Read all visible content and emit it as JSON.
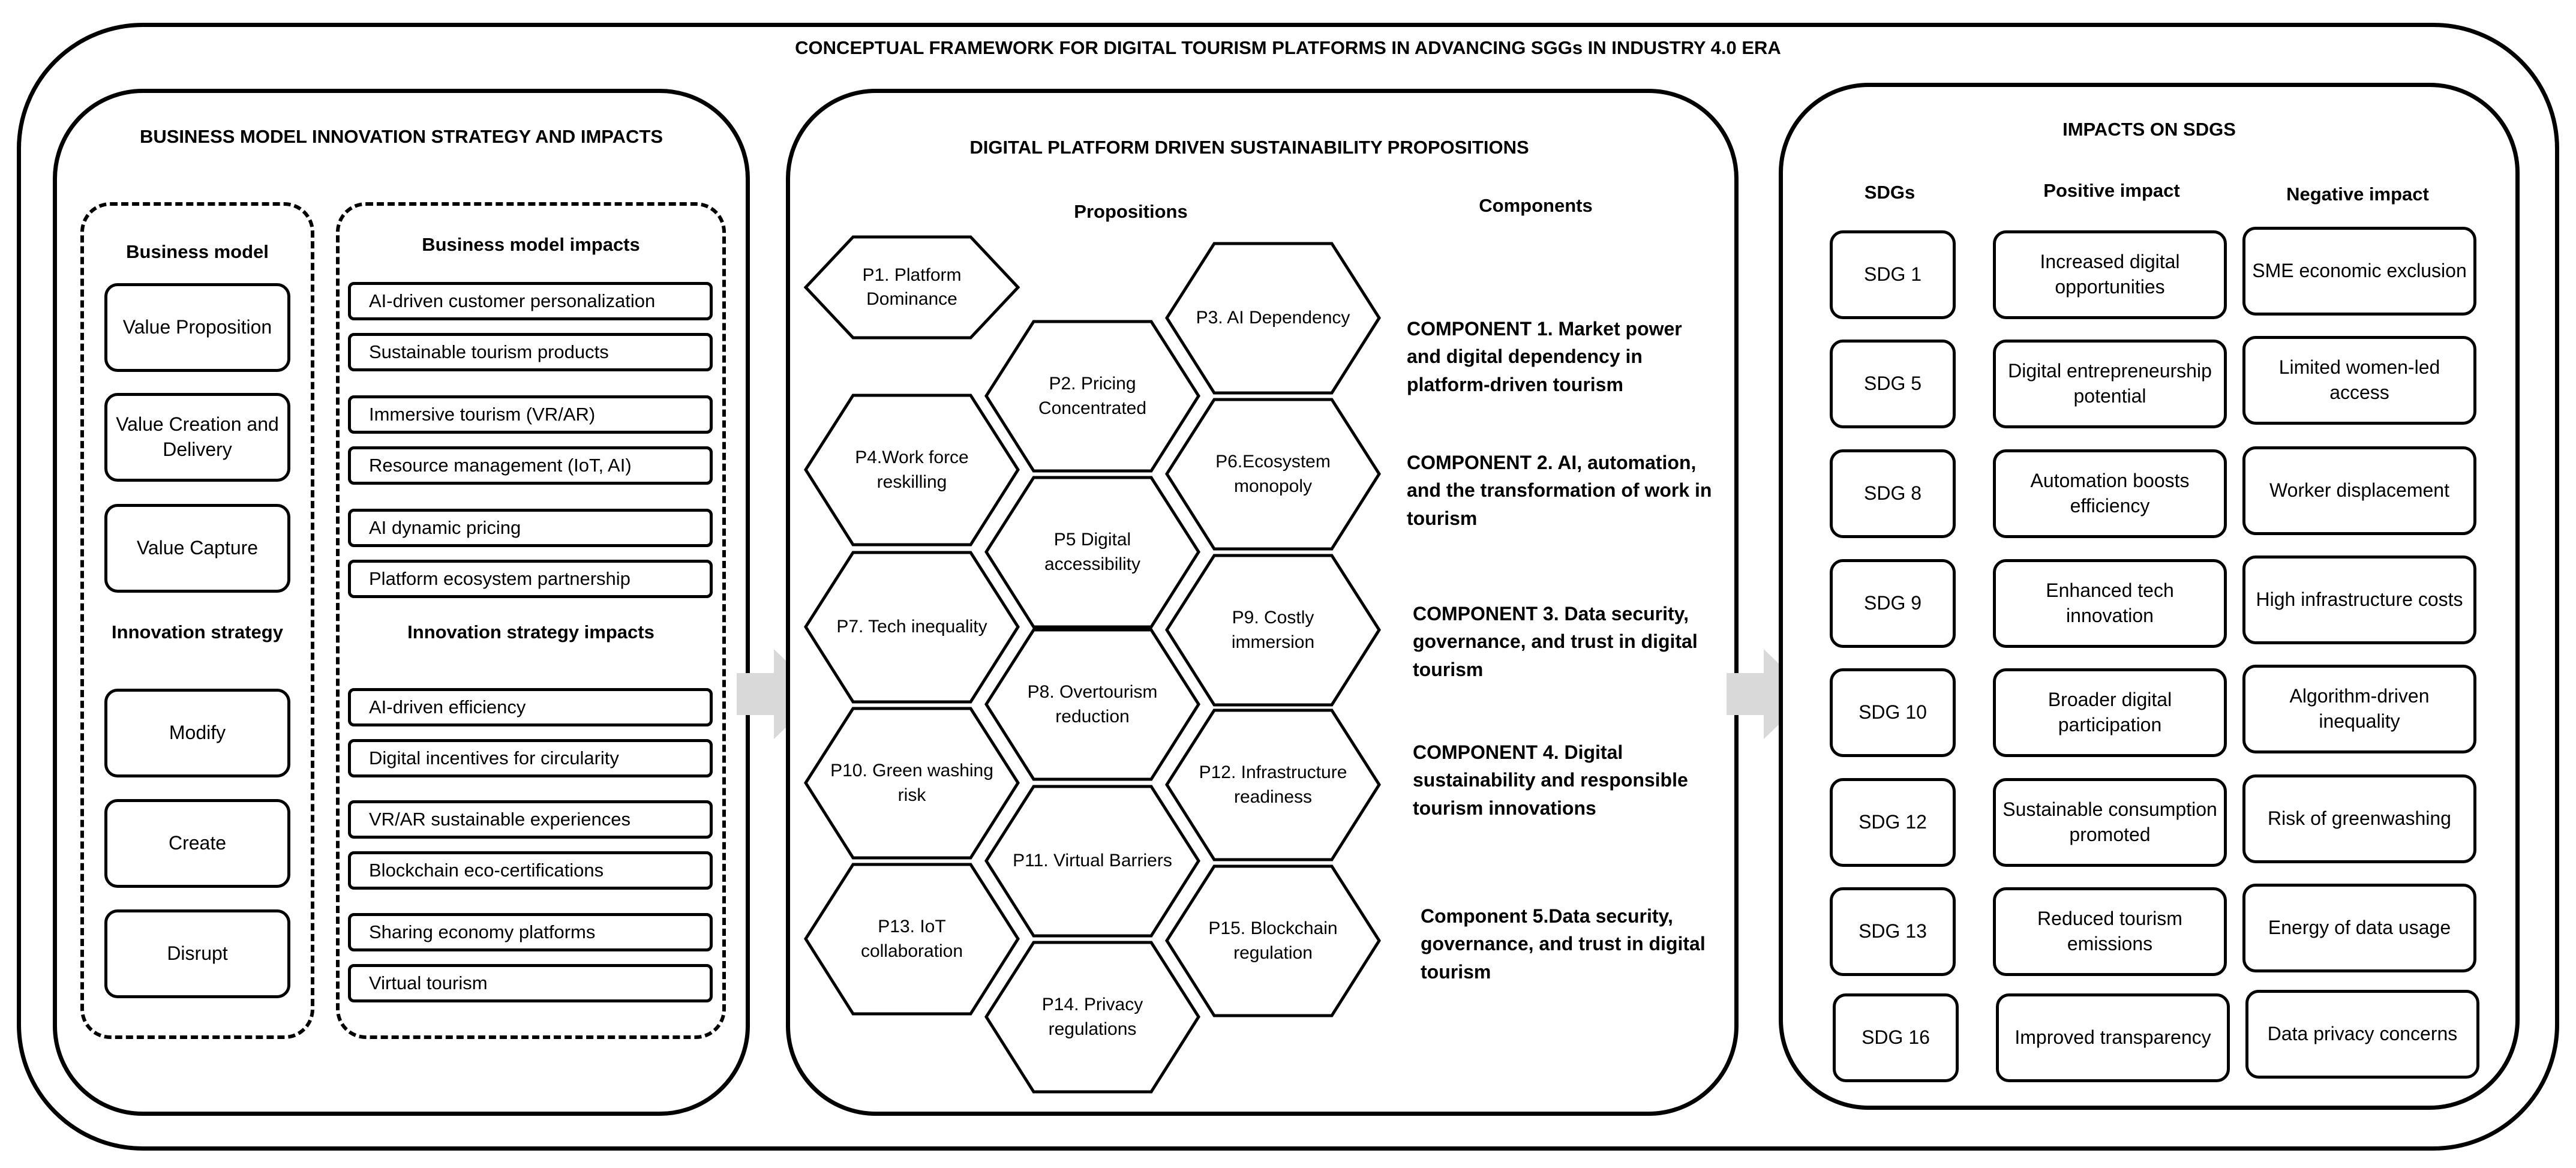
{
  "title": "CONCEPTUAL FRAMEWORK FOR DIGITAL TOURISM PLATFORMS IN ADVANCING SGGs IN INDUSTRY 4.0 ERA",
  "left_panel": {
    "title": "BUSINESS MODEL INNOVATION STRATEGY AND IMPACTS",
    "business_model_header": "Business model",
    "business_model_items": [
      "Value Proposition",
      "Value Creation and Delivery",
      "Value Capture"
    ],
    "innovation_strategy_header": "Innovation strategy",
    "innovation_strategy_items": [
      "Modify",
      "Create",
      "Disrupt"
    ],
    "bm_impacts_header": "Business model impacts",
    "bm_impacts": [
      "AI-driven customer personalization",
      "Sustainable tourism products",
      "Immersive tourism (VR/AR)",
      "Resource management (IoT, AI)",
      "AI dynamic pricing",
      "Platform ecosystem partnership"
    ],
    "is_impacts_header": "Innovation strategy impacts",
    "is_impacts": [
      "AI-driven efficiency",
      "Digital incentives for circularity",
      "VR/AR sustainable experiences",
      "Blockchain eco-certifications",
      "Sharing economy platforms",
      "Virtual tourism"
    ]
  },
  "middle_panel": {
    "title": "DIGITAL PLATFORM DRIVEN SUSTAINABILITY PROPOSITIONS",
    "propositions_header": "Propositions",
    "components_header": "Components",
    "propositions": [
      "P1. Platform Dominance",
      "P2. Pricing Concentrated",
      "P3. AI Dependency",
      "P4.Work force reskilling",
      "P5 Digital accessibility",
      "P6.Ecosystem monopoly",
      "P7. Tech inequality",
      "P8. Overtourism reduction",
      "P9. Costly immersion",
      "P10. Green washing risk",
      "P11. Virtual Barriers",
      "P12. Infrastructure readiness",
      "P13. IoT collaboration",
      "P14. Privacy regulations",
      "P15. Blockchain regulation"
    ],
    "components": [
      "COMPONENT 1. Market power and digital dependency in platform-driven tourism",
      "COMPONENT 2. AI, automation, and the transformation of work in tourism",
      "COMPONENT 3. Data security, governance, and trust in digital tourism",
      "COMPONENT 4. Digital sustainability and responsible tourism innovations",
      "Component 5.Data security, governance, and trust in digital tourism"
    ]
  },
  "right_panel": {
    "title": "IMPACTS ON SDGS",
    "col_sdgs": "SDGs",
    "col_positive": "Positive impact",
    "col_negative": "Negative impact",
    "rows": [
      {
        "sdg": "SDG 1",
        "positive": "Increased digital opportunities",
        "negative": "SME economic exclusion"
      },
      {
        "sdg": "SDG 5",
        "positive": "Digital entrepreneurship potential",
        "negative": "Limited women-led access"
      },
      {
        "sdg": "SDG 8",
        "positive": "Automation boosts efficiency",
        "negative": "Worker displacement"
      },
      {
        "sdg": "SDG 9",
        "positive": "Enhanced tech innovation",
        "negative": "High infrastructure costs"
      },
      {
        "sdg": "SDG 10",
        "positive": "Broader digital participation",
        "negative": "Algorithm-driven inequality"
      },
      {
        "sdg": "SDG 12",
        "positive": "Sustainable consumption promoted",
        "negative": "Risk of greenwashing"
      },
      {
        "sdg": "SDG 13",
        "positive": "Reduced tourism emissions",
        "negative": "Energy of data usage"
      },
      {
        "sdg": "SDG 16",
        "positive": "Improved transparency",
        "negative": "Data privacy concerns"
      }
    ]
  },
  "colors": {
    "arrow": "#d9d9d9",
    "stroke": "#000000",
    "background": "#ffffff"
  }
}
